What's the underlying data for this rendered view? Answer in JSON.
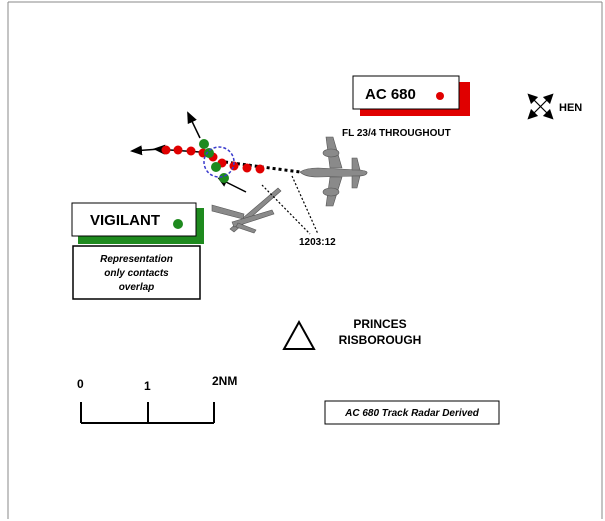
{
  "aircraft_box": {
    "label": "AC 680",
    "sublabel": "FL 23/4 THROUGHOUT"
  },
  "vigilant_box": {
    "label": "VIGILANT"
  },
  "note_box": {
    "lines": [
      "Representation",
      "only contacts",
      "overlap"
    ]
  },
  "hen": {
    "label": "HEN"
  },
  "time_label": "1203:12",
  "princes": {
    "line1": "PRINCES",
    "line2": "RISBOROUGH"
  },
  "scale": {
    "tick0": "0",
    "tick1": "1",
    "tick2": "2NM"
  },
  "track_note": "AC 680 Track Radar Derived",
  "colors": {
    "ac680": "#e00000",
    "vigilant": "#1e8a1e",
    "aircraft_grey": "#8a8a8a",
    "overlap_ring": "#3a3acd"
  }
}
